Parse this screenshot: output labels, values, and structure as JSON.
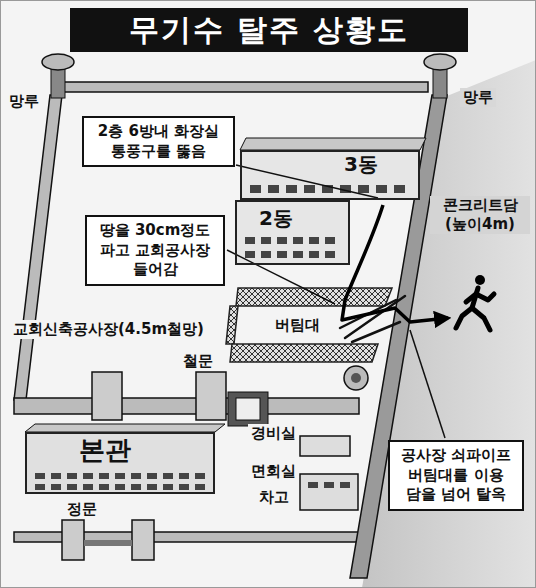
{
  "diagram": {
    "title": "무기수 탈주 상황도",
    "nodes": [
      {
        "text": [
          "2층 6방내 화장실 통풍구를 뚫음"
        ]
      },
      {
        "text": [
          "3동"
        ]
      },
      {
        "text": [
          "2동"
        ]
      },
      {
        "text": [
          "땅을 30cm정도 파고 교회공사장 들어감"
        ]
      },
      {
        "text": [
          "본관"
        ]
      },
      {
        "text": [
          "공사장 쇠파이프 버팀대를 이용 담을 넘어 탈옥"
        ]
      }
    ],
    "labels": [
      "망루",
      "망루",
      "콘크리트담 (높이4m)",
      "버팀대",
      "교회신축공사장(4.5m철망)",
      "철문",
      "경비실",
      "면회실",
      "차고",
      "정문"
    ]
  }
}
